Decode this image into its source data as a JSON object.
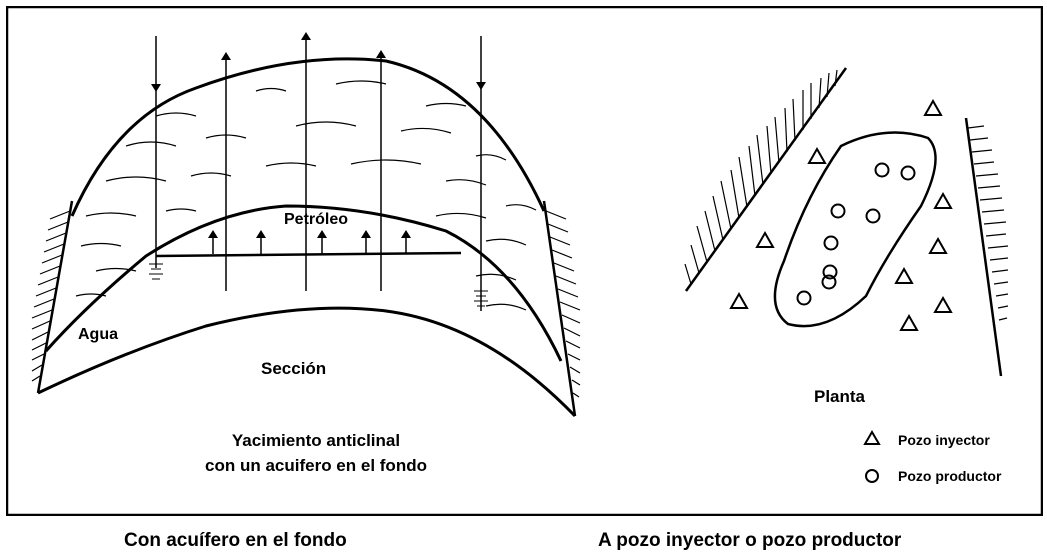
{
  "section": {
    "label_oil": "Petróleo",
    "label_water": "Agua",
    "label_section": "Sección",
    "title_line1": "Yacimiento anticlinal",
    "title_line2": "con un acuifero en el fondo"
  },
  "plan": {
    "label_plan": "Planta",
    "legend": [
      {
        "symbol": "triangle",
        "label": "Pozo inyector"
      },
      {
        "symbol": "circle",
        "label": "Pozo productor"
      }
    ]
  },
  "captions": {
    "left": "Con acuífero en el fondo",
    "right": "A pozo inyector o pozo productor"
  }
}
